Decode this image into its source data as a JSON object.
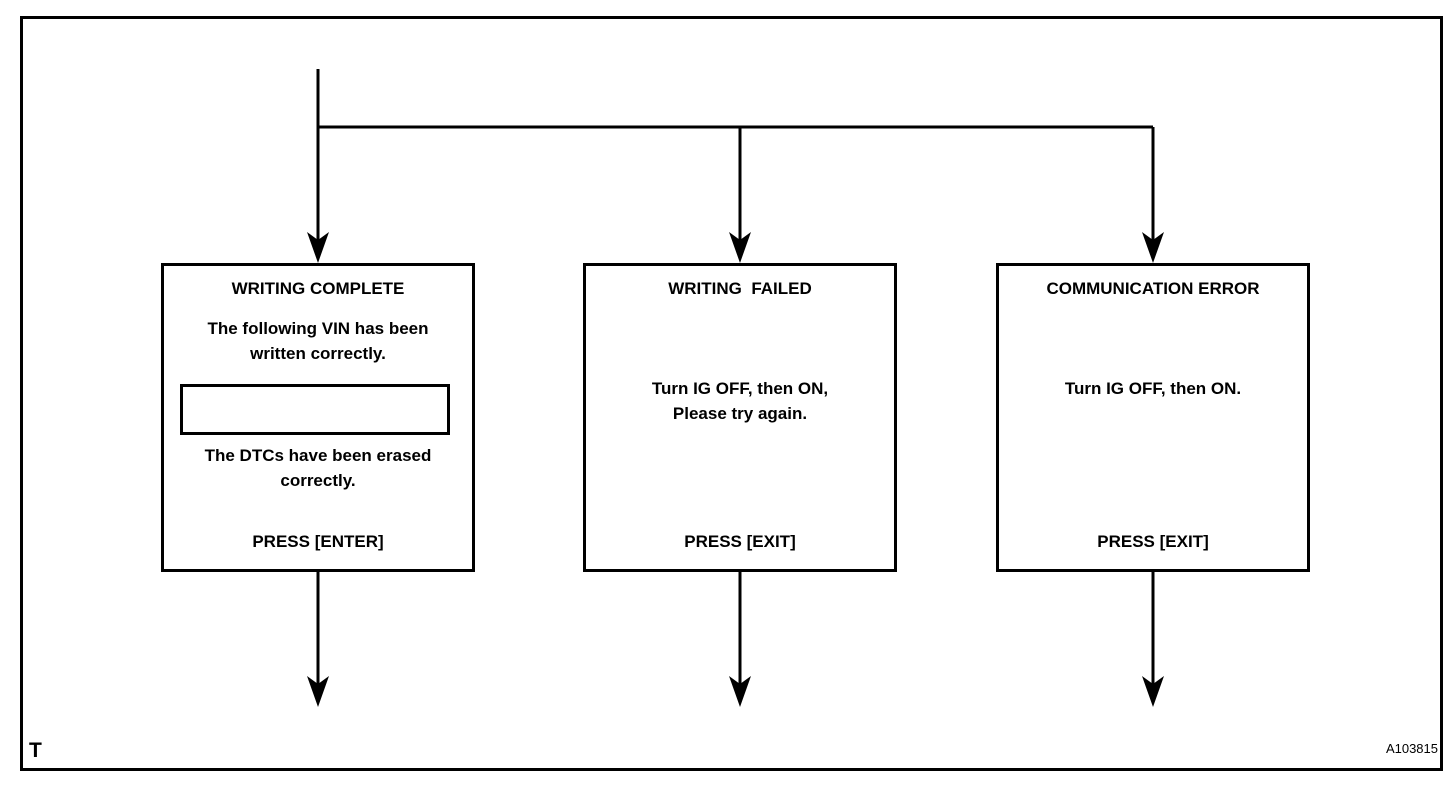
{
  "diagram": {
    "page_marker": "T",
    "figure_id": "A103815",
    "colors": {
      "line": "#000000",
      "background": "#ffffff"
    },
    "boxes": [
      {
        "title": "WRITING COMPLETE",
        "message_before_vin": "The following VIN has been\nwritten correctly.",
        "vin_value": "",
        "message_after_vin": "The DTCs have been erased\ncorrectly.",
        "action": "PRESS [ENTER]"
      },
      {
        "title": "WRITING  FAILED",
        "message": "Turn IG OFF, then ON,\nPlease try again.",
        "action": "PRESS [EXIT]"
      },
      {
        "title": "COMMUNICATION ERROR",
        "message": "Turn IG OFF, then ON.",
        "action": "PRESS [EXIT]"
      }
    ]
  }
}
